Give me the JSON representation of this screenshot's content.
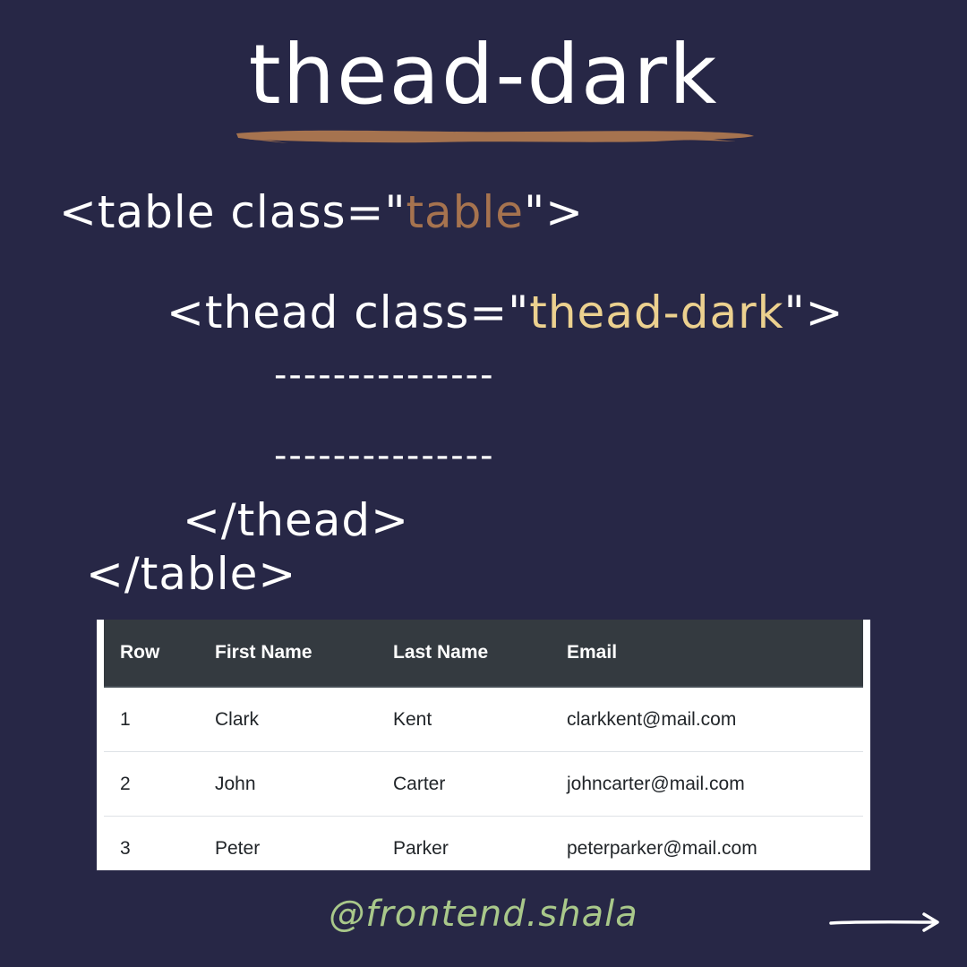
{
  "title": "thead-dark",
  "code": {
    "table_open": {
      "prefix": "<table class=\"",
      "value": "table",
      "suffix": "\">"
    },
    "thead_open": {
      "prefix": "<thead class=\"",
      "value": "thead-dark",
      "suffix": "\">"
    },
    "dashes_1": "---------------",
    "dashes_2": "---------------",
    "thead_close": "</thead>",
    "table_close": "</table>"
  },
  "table": {
    "headers": [
      "Row",
      "First Name",
      "Last Name",
      "Email"
    ],
    "rows": [
      [
        "1",
        "Clark",
        "Kent",
        "clarkkent@mail.com"
      ],
      [
        "2",
        "John",
        "Carter",
        "johncarter@mail.com"
      ],
      [
        "3",
        "Peter",
        "Parker",
        "peterparker@mail.com"
      ]
    ]
  },
  "handle": "@frontend.shala",
  "colors": {
    "background": "#272746",
    "brush": "#a6734f",
    "table_value": "#a6734f",
    "thead_value": "#ecd18f",
    "thead_bg": "#343a40",
    "handle": "#a9c88a"
  },
  "icons": {
    "next": "right-arrow-icon"
  }
}
